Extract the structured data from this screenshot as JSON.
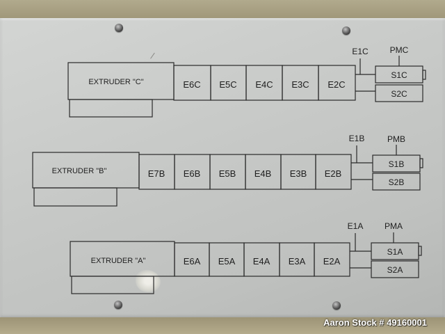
{
  "extruders": [
    {
      "name": "EXTRUDER \"C\"",
      "zones": [
        "E6C",
        "E5C",
        "E4C",
        "E3C",
        "E2C"
      ],
      "e1": "E1C",
      "pm": "PMC",
      "s1": "S1C",
      "s2": "S2C"
    },
    {
      "name": "EXTRUDER \"B\"",
      "zones": [
        "E7B",
        "E6B",
        "E5B",
        "E4B",
        "E3B",
        "E2B"
      ],
      "e1": "E1B",
      "pm": "PMB",
      "s1": "S1B",
      "s2": "S2B"
    },
    {
      "name": "EXTRUDER \"A\"",
      "zones": [
        "E6A",
        "E5A",
        "E4A",
        "E3A",
        "E2A"
      ],
      "e1": "E1A",
      "pm": "PMA",
      "s1": "S1A",
      "s2": "S2A"
    }
  ],
  "watermark": "Aaron Stock # 49160001",
  "colors": {
    "plate": "#c8cac8",
    "line": "#2a2a2a",
    "background": "#a69d80"
  }
}
